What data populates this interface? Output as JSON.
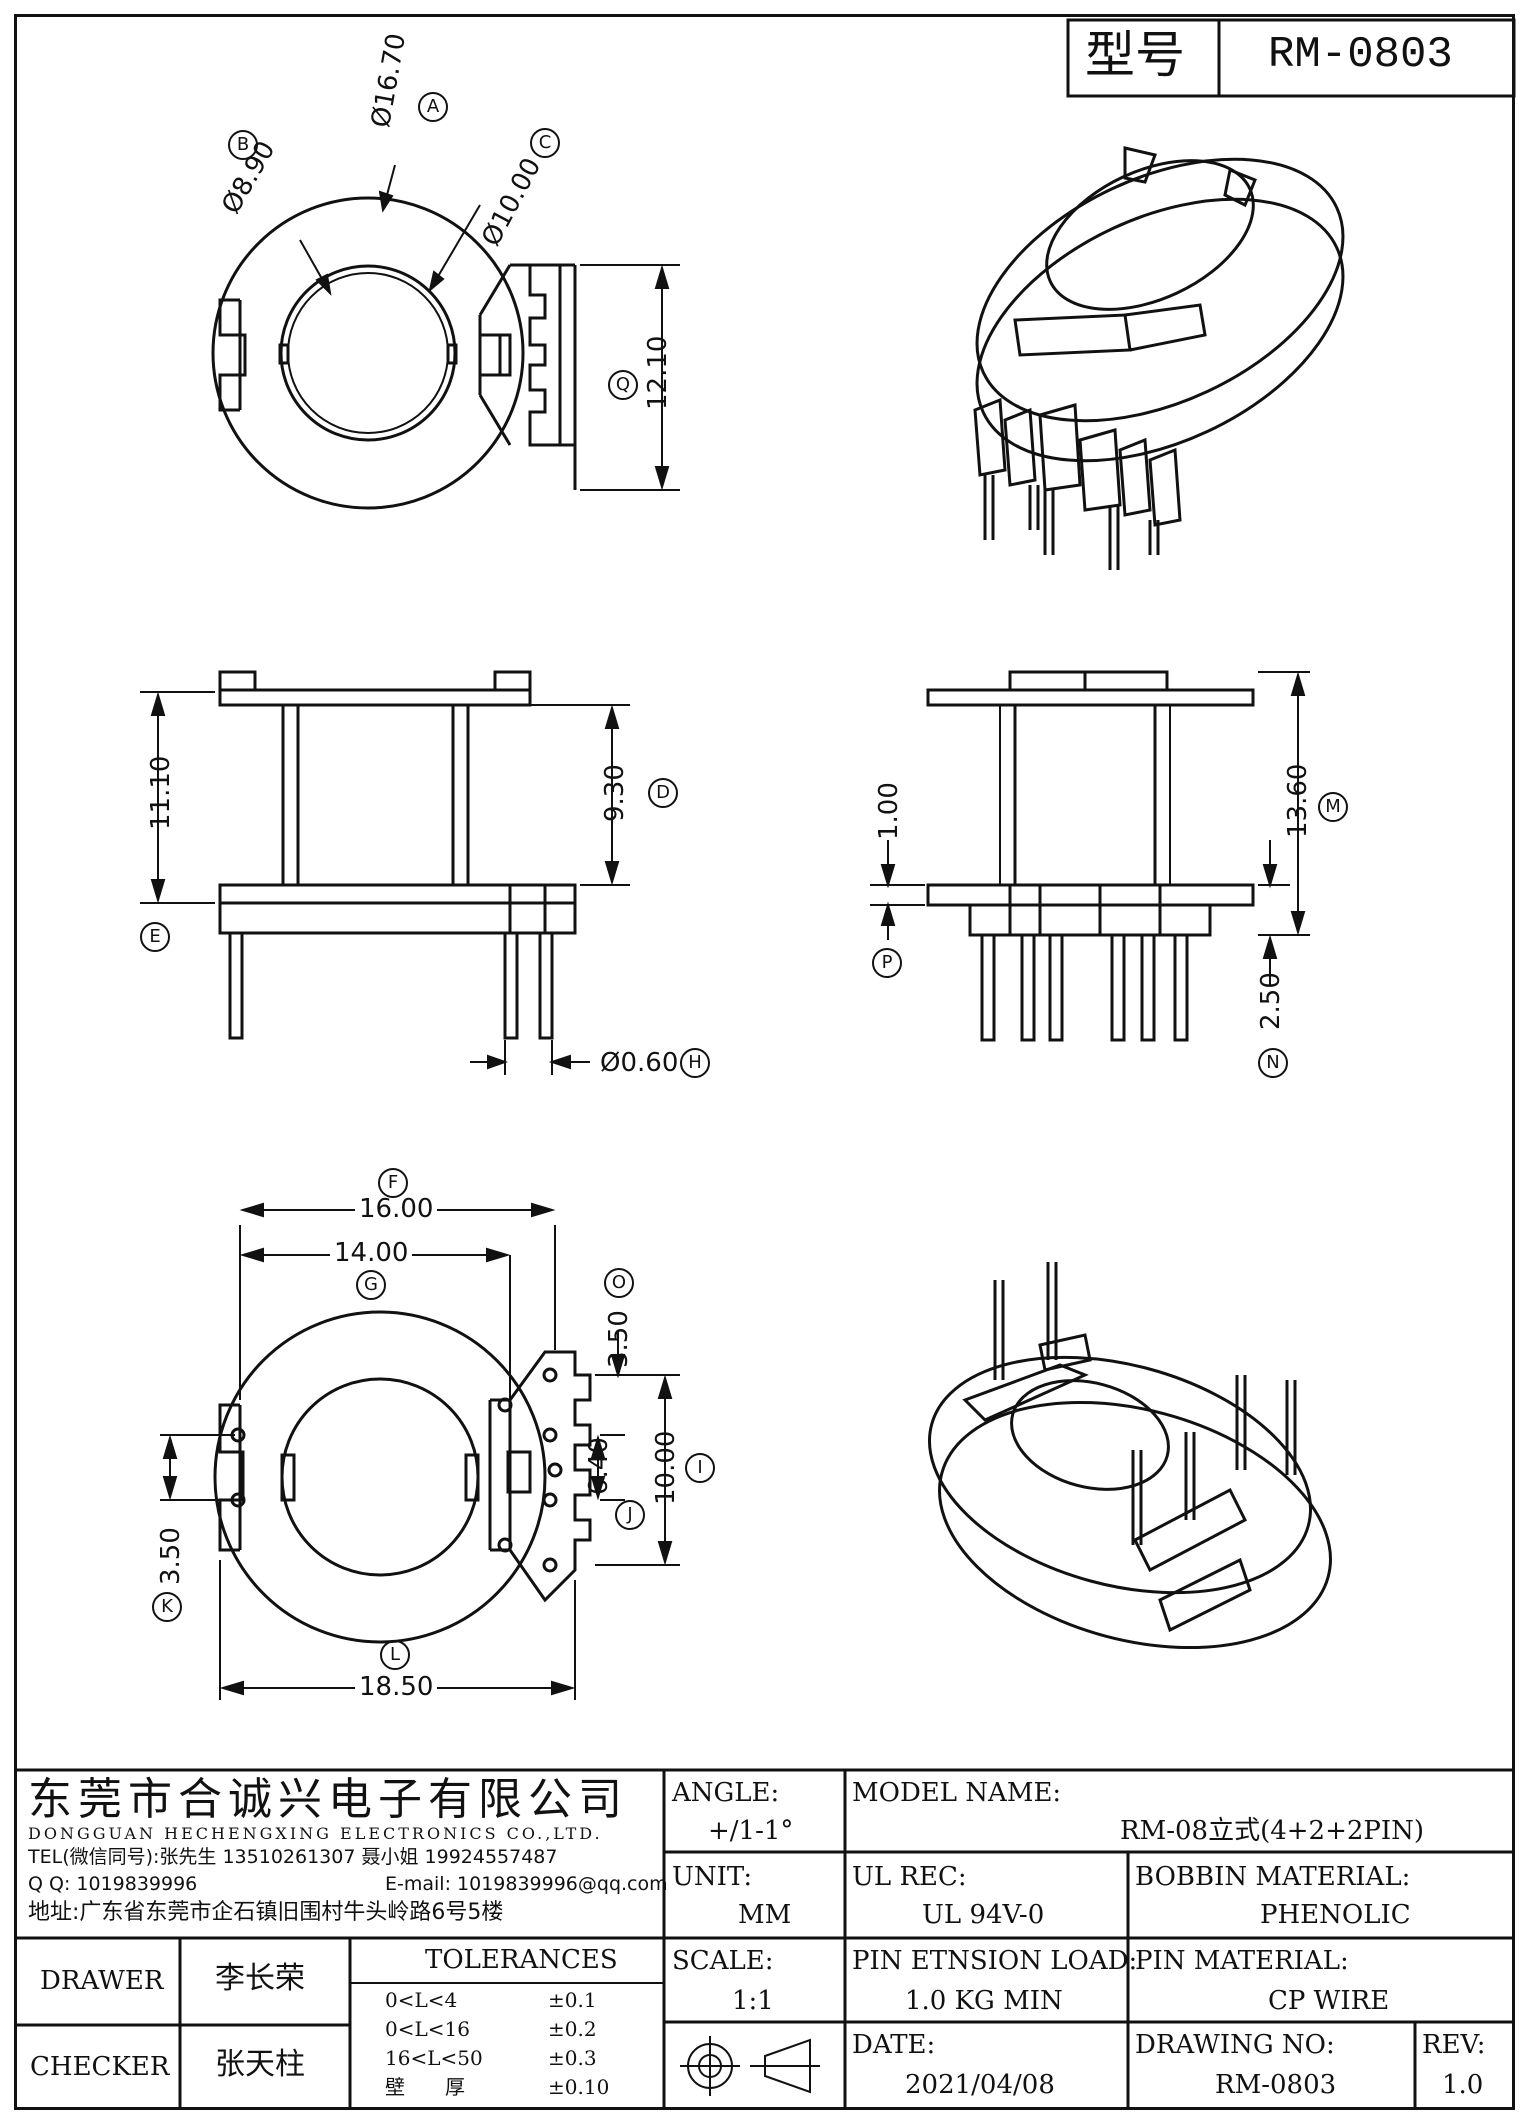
{
  "header": {
    "type_label": "型号",
    "model": "RM-0803"
  },
  "dims": {
    "A": "Ø16.70",
    "B": "Ø8.90",
    "C": "Ø10.00",
    "Q": "12.10",
    "D": "9.30",
    "E": "11.10",
    "H": "Ø0.60",
    "M": "13.60",
    "P": "1.00",
    "N": "2.50",
    "F": "16.00",
    "G": "14.00",
    "O": "3.50",
    "I": "10.00",
    "J": "6.40",
    "K": "3.50",
    "L": "18.50"
  },
  "markers": {
    "A": "A",
    "B": "B",
    "C": "C",
    "D": "D",
    "E": "E",
    "F": "F",
    "G": "G",
    "H": "H",
    "I": "I",
    "J": "J",
    "K": "K",
    "L": "L",
    "M": "M",
    "N": "N",
    "O": "O",
    "P": "P",
    "Q": "Q"
  },
  "company": {
    "name_cn": "东莞市合诚兴电子有限公司",
    "name_en": "DONGGUAN HECHENGXING ELECTRONICS CO.,LTD.",
    "tel": "TEL(微信同号):张先生 13510261307 聂小姐 19924557487",
    "qq": "Q Q: 1019839996",
    "email": "E-mail: 1019839996@qq.com",
    "address": "地址:广东省东莞市企石镇旧围村牛头岭路6号5楼"
  },
  "title_block": {
    "angle_label": "ANGLE:",
    "angle_value": "+/1-1°",
    "unit_label": "UNIT:",
    "unit_value": "MM",
    "scale_label": "SCALE:",
    "scale_value": "1:1",
    "model_name_label": "MODEL NAME:",
    "model_name_value": "RM-08立式(4+2+2PIN)",
    "ul_label": "UL REC:",
    "ul_value": "UL 94V-0",
    "bobbin_label": "BOBBIN MATERIAL:",
    "bobbin_value": "PHENOLIC",
    "pin_load_label": "PIN ETNSION LOAD:",
    "pin_load_value": "1.0 KG MIN",
    "pin_mat_label": "PIN MATERIAL:",
    "pin_mat_value": "CP WIRE",
    "date_label": "DATE:",
    "date_value": "2021/04/08",
    "drawing_no_label": "DRAWING NO:",
    "drawing_no_value": "RM-0803",
    "rev_label": "REV:",
    "rev_value": "1.0",
    "drawer_label": "DRAWER",
    "drawer_name": "李长荣",
    "checker_label": "CHECKER",
    "checker_name": "张天柱",
    "tolerances_title": "TOLERANCES",
    "tolerances": [
      {
        "range": "0<L<4",
        "value": "±0.1"
      },
      {
        "range": "0<L<16",
        "value": "±0.2"
      },
      {
        "range": "16<L<50",
        "value": "±0.3"
      },
      {
        "range": "壁　　厚",
        "value": "±0.10"
      }
    ]
  }
}
